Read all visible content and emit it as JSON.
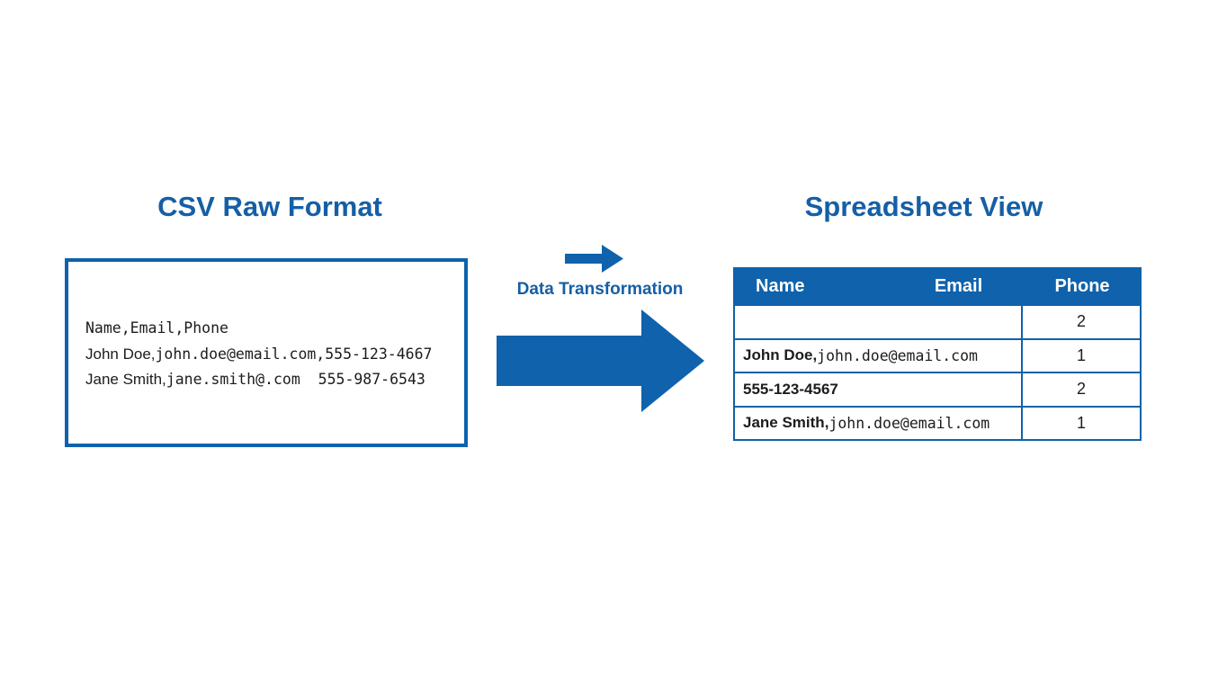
{
  "colors": {
    "blue": "#0f62ab",
    "title_blue": "#155fa6",
    "text": "#1c1c1c",
    "background": "#ffffff"
  },
  "left_panel": {
    "title": "CSV Raw Format",
    "csv_lines": [
      {
        "sans": "",
        "mono": "Name,Email,Phone"
      },
      {
        "sans": "John Doe,",
        "mono": "john.doe@email.com,555-123-4667"
      },
      {
        "sans": "Jane Smith,",
        "mono": "jane.smith@.com  555-987-6543"
      }
    ]
  },
  "transform": {
    "label": "Data Transformation",
    "small_arrow_icon": "arrow-right",
    "big_arrow_icon": "arrow-right"
  },
  "right_panel": {
    "title": "Spreadsheet View",
    "table": {
      "headers": [
        "Name",
        "Email",
        "Phone"
      ],
      "rows": [
        {
          "sans": "",
          "mono": "",
          "phone": "2"
        },
        {
          "sans": "John Doe,",
          "mono": "john.doe@email.com",
          "phone": "1"
        },
        {
          "sans": "555-123-4567",
          "mono": "",
          "phone": "2"
        },
        {
          "sans": "Jane Smith,",
          "mono": "john.doe@email.com",
          "phone": "1"
        }
      ]
    }
  }
}
